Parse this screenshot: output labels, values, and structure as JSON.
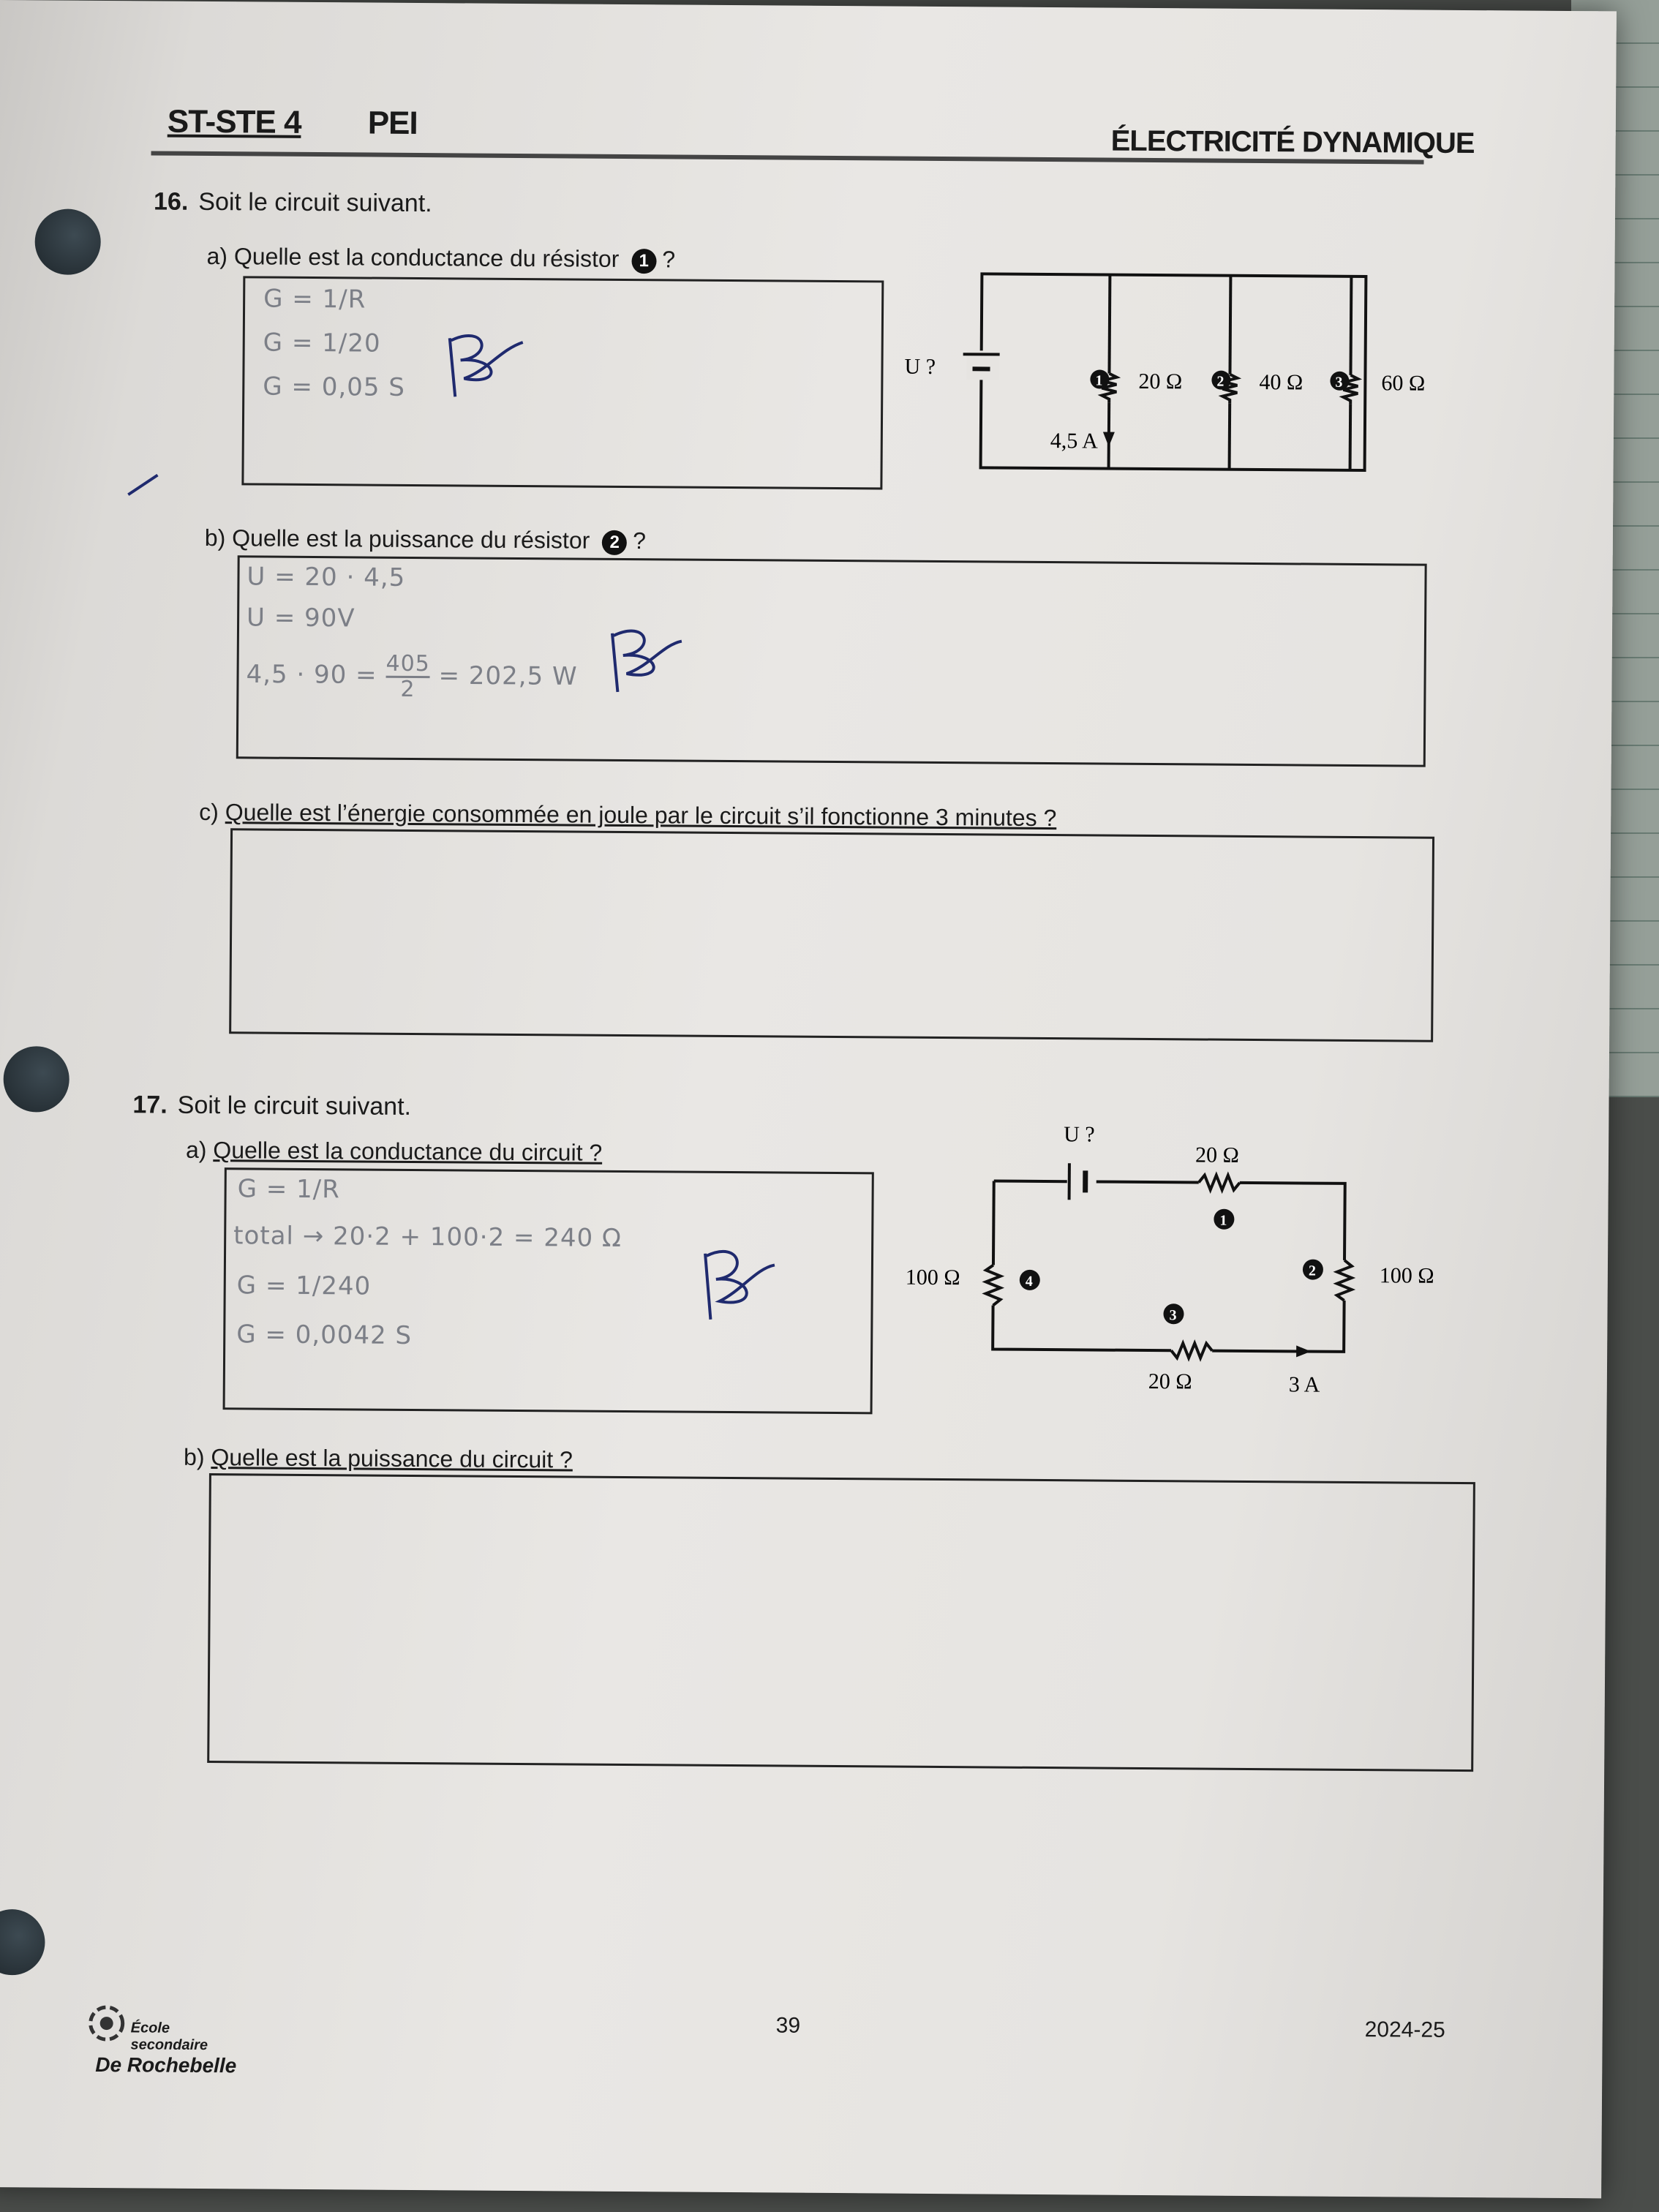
{
  "header": {
    "course": "ST-STE 4",
    "program": "PEI",
    "chapter": "ÉLECTRICITÉ DYNAMIQUE"
  },
  "q16": {
    "number": "16.",
    "prompt": "Soit le circuit suivant.",
    "a": {
      "label": "a)",
      "text": "Quelle est la conductance du résistor",
      "marker": "1",
      "end": "?",
      "answer": [
        "G = 1/R",
        "G = 1/20",
        "G = 0,05 S"
      ],
      "grade": "B"
    },
    "b": {
      "label": "b)",
      "text": "Quelle est la puissance du résistor",
      "marker": "2",
      "end": "?",
      "answer_line1": "U = 20 · 4,5",
      "answer_line2": "U = 90V",
      "answer_line3_prefix": "4,5 · 90 =",
      "answer_frac_num": "405",
      "answer_frac_den": "2",
      "answer_line3_suffix": "= 202,5 W",
      "grade": "B"
    },
    "c": {
      "label": "c)",
      "text": "Quelle est l’énergie consommée en joule par le circuit s’il fonctionne 3 minutes ?"
    },
    "circuit": {
      "source": "U ?",
      "current": "4,5 A",
      "resistors": [
        {
          "marker": "1",
          "value": "20 Ω"
        },
        {
          "marker": "2",
          "value": "40 Ω"
        },
        {
          "marker": "3",
          "value": "60 Ω"
        }
      ]
    }
  },
  "q17": {
    "number": "17.",
    "prompt": "Soit le circuit suivant.",
    "a": {
      "label": "a)",
      "text": "Quelle est la conductance du circuit ?",
      "answer": [
        "G = 1/R",
        "total → 20·2 + 100·2 = 240 Ω",
        "G = 1/240",
        "G = 0,0042 S"
      ],
      "grade": "B"
    },
    "b": {
      "label": "b)",
      "text": "Quelle est la puissance du circuit ?"
    },
    "circuit": {
      "source": "U ?",
      "current": "3 A",
      "r1": {
        "marker": "1",
        "value": "20 Ω"
      },
      "r2": {
        "marker": "2",
        "value": "100 Ω"
      },
      "r3": {
        "marker": "3",
        "value": "20 Ω"
      },
      "r4": {
        "marker": "4",
        "value": "100 Ω"
      }
    }
  },
  "footer": {
    "page_number": "39",
    "year": "2024-25",
    "school_line1": "École",
    "school_line2": "secondaire",
    "school_line3": "De Rochebelle"
  }
}
